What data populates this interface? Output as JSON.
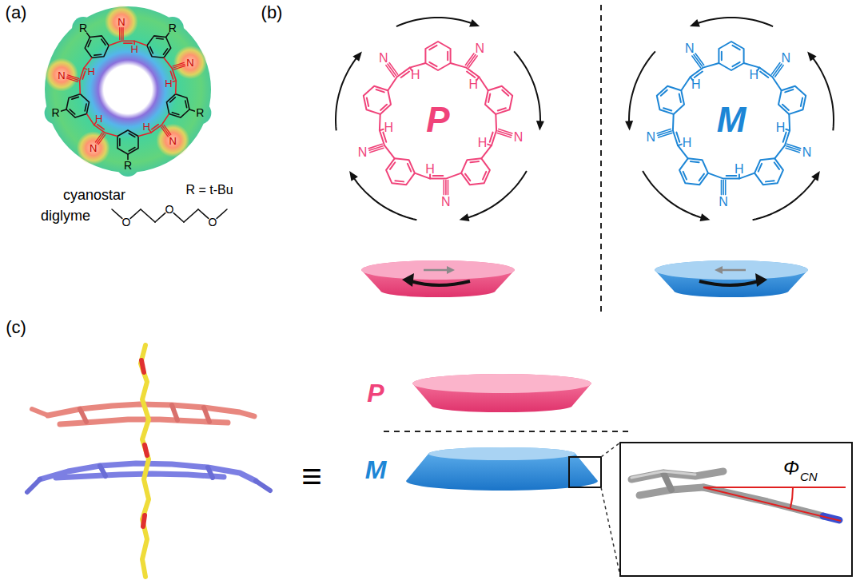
{
  "diagram": {
    "labels": [
      "(a)",
      "R",
      "R",
      "R",
      "R",
      "R",
      "R = t-Bu",
      "cyanostar",
      "diglyme",
      "O",
      "O",
      "O",
      "N",
      "N",
      "N",
      "N",
      "N",
      "H",
      "H",
      "H",
      "H",
      "H",
      "(b)",
      "P",
      "M",
      "N",
      "N",
      "N",
      "N",
      "N",
      "H",
      "H",
      "H",
      "H",
      "H",
      "N",
      "N",
      "N",
      "N",
      "N",
      "H",
      "H",
      "H",
      "H",
      "H",
      "(c)",
      "≡",
      "P",
      "M",
      "Φ",
      "CN"
    ]
  }
}
